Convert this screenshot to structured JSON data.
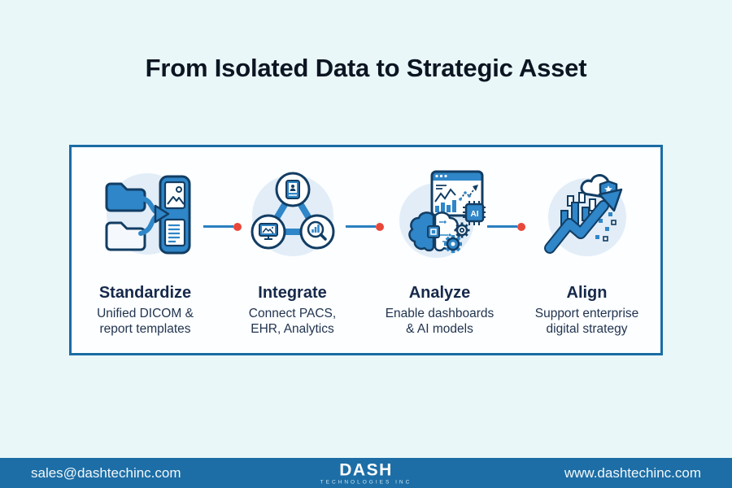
{
  "page": {
    "title": "From Isolated Data to Strategic Asset"
  },
  "steps": [
    {
      "label": "Standardize",
      "description": "Unified DICOM & report templates",
      "lines": [
        "Unified DICOM &",
        "report templates"
      ],
      "icon": "folders-merge-icon"
    },
    {
      "label": "Integrate",
      "description": "Connect PACS, EHR, Analytics",
      "lines": [
        "Connect PACS,",
        "EHR, Analytics"
      ],
      "icon": "systems-network-icon"
    },
    {
      "label": "Analyze",
      "description": "Enable dashboards & AI models",
      "lines": [
        "Enable dashboards",
        "& AI models"
      ],
      "icon": "ai-brain-icon"
    },
    {
      "label": "Align",
      "description": "Support enterprise digital strategy",
      "lines": [
        "Support enterprise",
        "digital strategy"
      ],
      "icon": "growth-arrow-icon"
    }
  ],
  "footer": {
    "email": "sales@dashtechinc.com",
    "logo_text": "DASH",
    "logo_subtext": "TECHNOLOGIES INC",
    "website": "www.dashtechinc.com"
  },
  "colors": {
    "page_background": "#e9f7f9",
    "card_background": "#fcfeff",
    "card_border": "#1a6ca5",
    "accent_blue": "#2f86c8",
    "outline_navy": "#123d63",
    "icon_blob": "#e2edf8",
    "connector_line": "#2b7fc0",
    "connector_dot": "#e8473a",
    "footer_background": "#1d6ea6",
    "title_text": "#0c1522",
    "step_title_text": "#16294a",
    "step_desc_text": "#22344f"
  }
}
